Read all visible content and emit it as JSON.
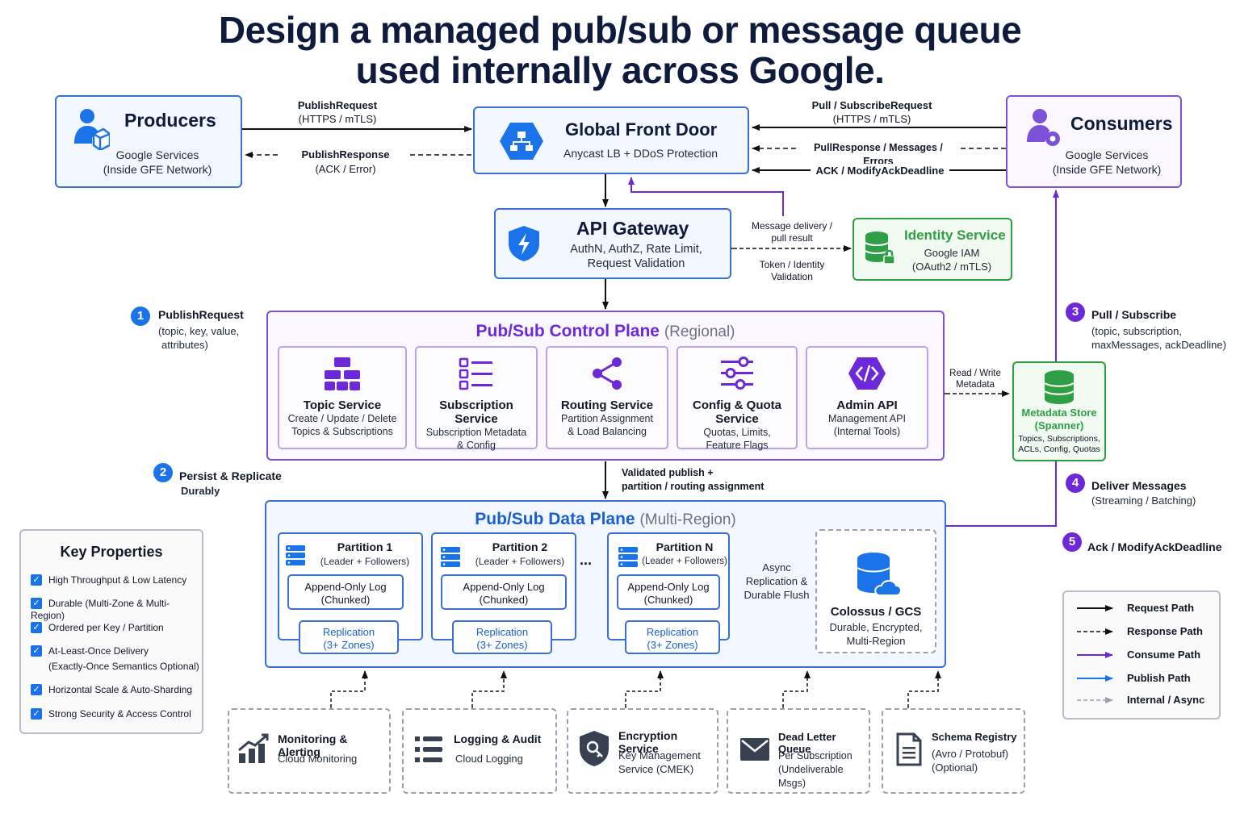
{
  "title": {
    "line1": "Design a managed pub/sub or message queue",
    "line2": "used internally across Google."
  },
  "producers": {
    "title": "Producers",
    "line1": "Google Services",
    "line2": "(Inside GFE Network)"
  },
  "consumers": {
    "title": "Consumers",
    "line1": "Google Services",
    "line2": "(Inside GFE Network)"
  },
  "front_door": {
    "title": "Global Front Door",
    "subtitle": "Anycast LB + DDoS Protection"
  },
  "api_gateway": {
    "title": "API Gateway",
    "line1": "AuthN, AuthZ, Rate Limit,",
    "line2": "Request Validation"
  },
  "identity": {
    "title": "Identity Service",
    "line1": "Google IAM",
    "line2": "(OAuth2 / mTLS)"
  },
  "edges": {
    "publish_request": "PublishRequest",
    "publish_request_sub": "(HTTPS / mTLS)",
    "publish_response": "PublishResponse",
    "publish_response_sub": "(ACK / Error)",
    "pull_request": "Pull / SubscribeRequest",
    "pull_request_sub": "(HTTPS / mTLS)",
    "pull_response": "PullResponse / Messages / Errors",
    "ack": "ACK / ModifyAckDeadline",
    "msg_delivery_1": "Message delivery /",
    "msg_delivery_2": "pull result",
    "token_1": "Token / Identity",
    "token_2": "Validation",
    "read_write_1": "Read / Write",
    "read_write_2": "Metadata",
    "validated_1": "Validated publish +",
    "validated_2": "partition / routing assignment",
    "async_1": "Async",
    "async_2": "Replication &",
    "async_3": "Durable Flush"
  },
  "steps": [
    {
      "num": "1",
      "title": "PublishRequest",
      "l1": "(topic, key, value,",
      "l2": "attributes)"
    },
    {
      "num": "2",
      "title": "Persist & Replicate",
      "l1": "Durably"
    },
    {
      "num": "3",
      "title": "Pull / Subscribe",
      "l1": "(topic, subscription,",
      "l2": "maxMessages, ackDeadline)"
    },
    {
      "num": "4",
      "title": "Deliver Messages",
      "l1": "(Streaming / Batching)"
    },
    {
      "num": "5",
      "title": "Ack / ModifyAckDeadline"
    }
  ],
  "control_plane": {
    "title": "Pub/Sub Control Plane",
    "sub": "(Regional)",
    "services": [
      {
        "name": "Topic Service",
        "l1": "Create / Update / Delete",
        "l2": "Topics & Subscriptions",
        "icon": "hierarchy-icon"
      },
      {
        "name": "Subscription Service",
        "l1": "Subscription Metadata",
        "l2": "& Config",
        "icon": "checklist-icon"
      },
      {
        "name": "Routing Service",
        "l1": "Partition Assignment",
        "l2": "& Load Balancing",
        "icon": "share-icon"
      },
      {
        "name": "Config & Quota Service",
        "l1": "Quotas, Limits,",
        "l2": "Feature Flags",
        "icon": "sliders-icon"
      },
      {
        "name": "Admin API",
        "l1": "Management API",
        "l2": "(Internal Tools)",
        "icon": "code-icon"
      }
    ]
  },
  "metadata_store": {
    "title1": "Metadata Store",
    "title2": "(Spanner)",
    "l1": "Topics, Subscriptions,",
    "l2": "ACLs, Config, Quotas"
  },
  "data_plane": {
    "title": "Pub/Sub Data Plane",
    "sub": "(Multi-Region)",
    "partitions": [
      {
        "name": "Partition 1",
        "role": "(Leader + Followers)",
        "log1": "Append-Only Log",
        "log2": "(Chunked)",
        "rep1": "Replication",
        "rep2": "(3+ Zones)"
      },
      {
        "name": "Partition 2",
        "role": "(Leader + Followers)",
        "log1": "Append-Only Log",
        "log2": "(Chunked)",
        "rep1": "Replication",
        "rep2": "(3+ Zones)"
      },
      {
        "name": "Partition N",
        "role": "(Leader + Followers)",
        "log1": "Append-Only Log",
        "log2": "(Chunked)",
        "rep1": "Replication",
        "rep2": "(3+ Zones)"
      }
    ],
    "ellipsis": "...",
    "storage": {
      "title": "Colossus / GCS",
      "l1": "Durable, Encrypted,",
      "l2": "Multi-Region"
    }
  },
  "key_properties": {
    "title": "Key Properties",
    "items": [
      {
        "l1": "High Throughput & Low Latency"
      },
      {
        "l1": "Durable (Multi-Zone & Multi-Region)"
      },
      {
        "l1": "Ordered per Key / Partition"
      },
      {
        "l1": "At-Least-Once Delivery",
        "l2": "(Exactly-Once Semantics Optional)"
      },
      {
        "l1": "Horizontal Scale & Auto-Sharding"
      },
      {
        "l1": "Strong Security & Access Control"
      }
    ]
  },
  "bottom_services": [
    {
      "title": "Monitoring & Alerting",
      "l1": "Cloud Monitoring",
      "icon": "chart-icon"
    },
    {
      "title": "Logging & Audit",
      "l1": "Cloud Logging",
      "icon": "list-icon"
    },
    {
      "title": "Encryption Service",
      "l1": "Key Management",
      "l2": "Service (CMEK)",
      "icon": "shield-key-icon"
    },
    {
      "title": "Dead Letter Queue",
      "l1": "Per Subscription",
      "l2": "(Undeliverable Msgs)",
      "icon": "envelope-icon"
    },
    {
      "title": "Schema Registry",
      "l1": "(Avro / Protobuf)",
      "l2": "(Optional)",
      "icon": "document-icon"
    }
  ],
  "legend": [
    {
      "label": "Request Path",
      "style": "solid",
      "color": "#111111"
    },
    {
      "label": "Response Path",
      "style": "dashed",
      "color": "#111111"
    },
    {
      "label": "Consume Path",
      "style": "solid",
      "color": "#6d28d9"
    },
    {
      "label": "Publish Path",
      "style": "solid",
      "color": "#1a73e8"
    },
    {
      "label": "Internal / Async",
      "style": "dashed",
      "color": "#9aa0aa"
    }
  ]
}
